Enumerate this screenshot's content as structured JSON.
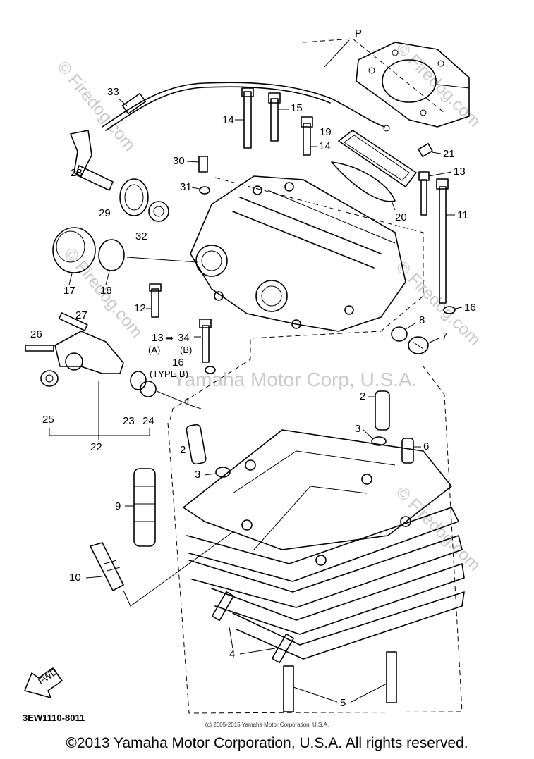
{
  "diagram": {
    "callouts": {
      "p": "P",
      "n33": "33",
      "n14a": "14",
      "n15": "15",
      "n19": "19",
      "n14b": "14",
      "n21": "21",
      "n13a": "13",
      "n30": "30",
      "n31": "31",
      "n28": "28",
      "n29": "29",
      "n32": "32",
      "n20": "20",
      "n11": "11",
      "n17": "17",
      "n18": "18",
      "n12": "12",
      "n16a": "16",
      "n27": "27",
      "n26": "26",
      "n13b": "13",
      "n34": "34",
      "a": "(A)",
      "b": "(B)",
      "n16b": "16",
      "typeb": "(TYPE B)",
      "n8": "8",
      "n7": "7",
      "n25": "25",
      "n23": "23",
      "n24": "24",
      "n22": "22",
      "n1": "1",
      "n2a": "2",
      "n2b": "2",
      "n3a": "3",
      "n3b": "3",
      "n6": "6",
      "n9": "9",
      "n10": "10",
      "n4": "4",
      "n5": "5"
    },
    "arrow_symbol": "➡",
    "fwd_label": "FWD",
    "drawing_code": "3EW1110-8011"
  },
  "watermarks": {
    "firedog": "© Firedog.com",
    "center": "Yamaha Motor Corp, U.S.A."
  },
  "footer": {
    "small_copyright": "(c) 2005-2015 Yamaha Motor Corporation, U.S.A.",
    "copyright": "©2013 Yamaha Motor Corporation, U.S.A. All rights reserved."
  }
}
